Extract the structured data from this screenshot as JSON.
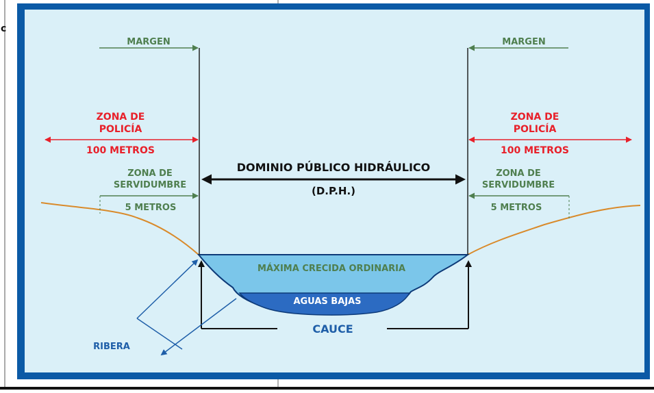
{
  "diagram": {
    "edge_char": "c",
    "labels": {
      "margen_left": "MARGEN",
      "margen_right": "MARGEN",
      "zona_policia_left_1": "ZONA DE",
      "zona_policia_left_2": "POLICÍA",
      "zona_policia_left_3": "100 METROS",
      "zona_policia_right_1": "ZONA DE",
      "zona_policia_right_2": "POLICÍA",
      "zona_policia_right_3": "100 METROS",
      "dph_1": "DOMINIO PÚBLICO HIDRÁULICO",
      "dph_2": "(D.P.H.)",
      "servidumbre_left_1": "ZONA DE",
      "servidumbre_left_2": "SERVIDUMBRE",
      "servidumbre_left_3": "5 METROS",
      "servidumbre_right_1": "ZONA DE",
      "servidumbre_right_2": "SERVIDUMBRE",
      "servidumbre_right_3": "5 METROS",
      "maxima_crecida": "MÁXIMA CRECIDA ORDINARIA",
      "aguas_bajas": "AGUAS BAJAS",
      "cauce": "CAUCE",
      "ribera": "RIBERA"
    },
    "colors": {
      "panel_bg": "#daf0f8",
      "panel_border": "#0b5aa6",
      "green_label": "#4f7f4f",
      "red_label": "#e8202a",
      "black_label": "#111111",
      "blue_label": "#1e5ea8",
      "ground": "#d98a2a",
      "flood_water": "#7bc6ea",
      "low_water": "#2c6bc2",
      "river_outline": "#0d3a78"
    }
  }
}
